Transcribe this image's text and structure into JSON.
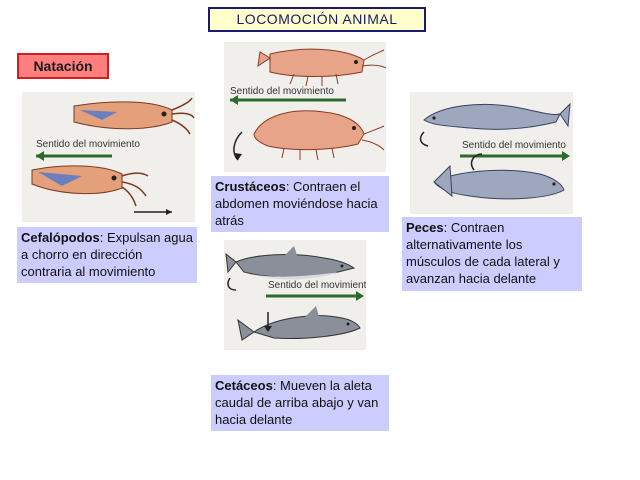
{
  "title": "LOCOMOCIÓN ANIMAL",
  "section_tag": "Natación",
  "direction_label": "Sentido del movimiento",
  "groups": [
    {
      "name": "Cefalópodos",
      "text": ": Expulsan agua a chorro en dirección contraria al movimiento"
    },
    {
      "name": "Crustáceos",
      "text": ": Contraen el abdomen moviéndose hacia atrás"
    },
    {
      "name": "Peces",
      "text": ": Contraen alternativamente los músculos de cada lateral y avanzan hacia delante"
    },
    {
      "name": "Cetáceos",
      "text": ": Mueven la aleta caudal de arriba abajo y van hacia delante"
    }
  ],
  "colors": {
    "arrow": "#2d6b2d",
    "caption_bg": "#ccccff",
    "tag_bg": "#ff7f7f",
    "title_bg": "#ffffcc"
  }
}
